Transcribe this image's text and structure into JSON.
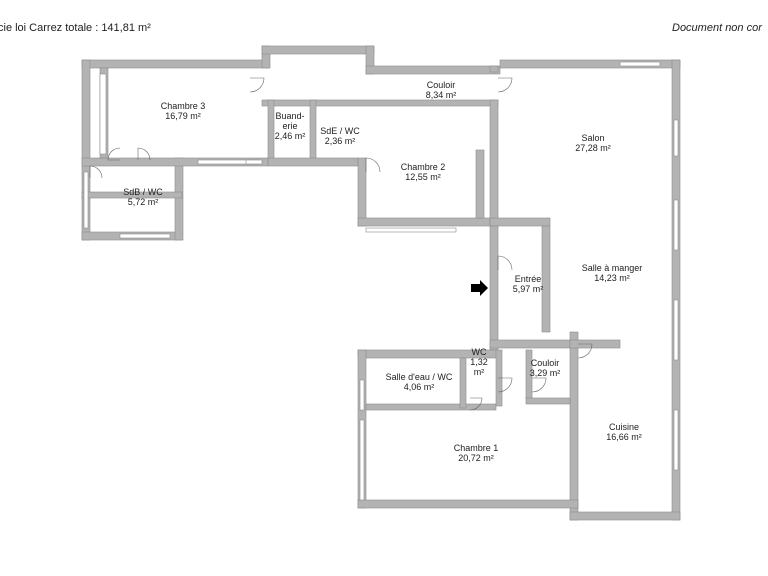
{
  "header": {
    "surface_label": "cie loi Carrez totale :  141,81 m²",
    "disclaimer": "Document non cor"
  },
  "colors": {
    "wall": "#b3b3b3",
    "wall_stroke": "#8c8c8c",
    "floor": "#ffffff",
    "window": "#ffffff",
    "door": "#666666",
    "arrow": "#000000"
  },
  "rooms": [
    {
      "id": "chambre3",
      "name": "Chambre 3",
      "area": "16,79 m²"
    },
    {
      "id": "buanderie",
      "name": "Buand-\nerie",
      "area": "2,46 m²"
    },
    {
      "id": "sde-wc",
      "name": "SdE / WC",
      "area": "2,36 m²"
    },
    {
      "id": "couloir1",
      "name": "Couloir",
      "area": "8,34 m²"
    },
    {
      "id": "salon",
      "name": "Salon",
      "area": "27,28 m²"
    },
    {
      "id": "chambre2",
      "name": "Chambre 2",
      "area": "12,55 m²"
    },
    {
      "id": "sdb-wc",
      "name": "SdB / WC",
      "area": "5,72 m²"
    },
    {
      "id": "salle-a-manger",
      "name": "Salle à manger",
      "area": "14,23 m²"
    },
    {
      "id": "entree",
      "name": "Entrée",
      "area": "5,97 m²"
    },
    {
      "id": "wc",
      "name": "WC\n1,32\nm²",
      "area": ""
    },
    {
      "id": "salle-eau-wc",
      "name": "Salle d'eau / WC",
      "area": "4,06 m²"
    },
    {
      "id": "couloir2",
      "name": "Couloir",
      "area": "3,29 m²"
    },
    {
      "id": "cuisine",
      "name": "Cuisine",
      "area": "16,66 m²"
    },
    {
      "id": "chambre1",
      "name": "Chambre 1",
      "area": "20,72 m²"
    }
  ],
  "entrance_icon": "entrance-arrow-icon"
}
